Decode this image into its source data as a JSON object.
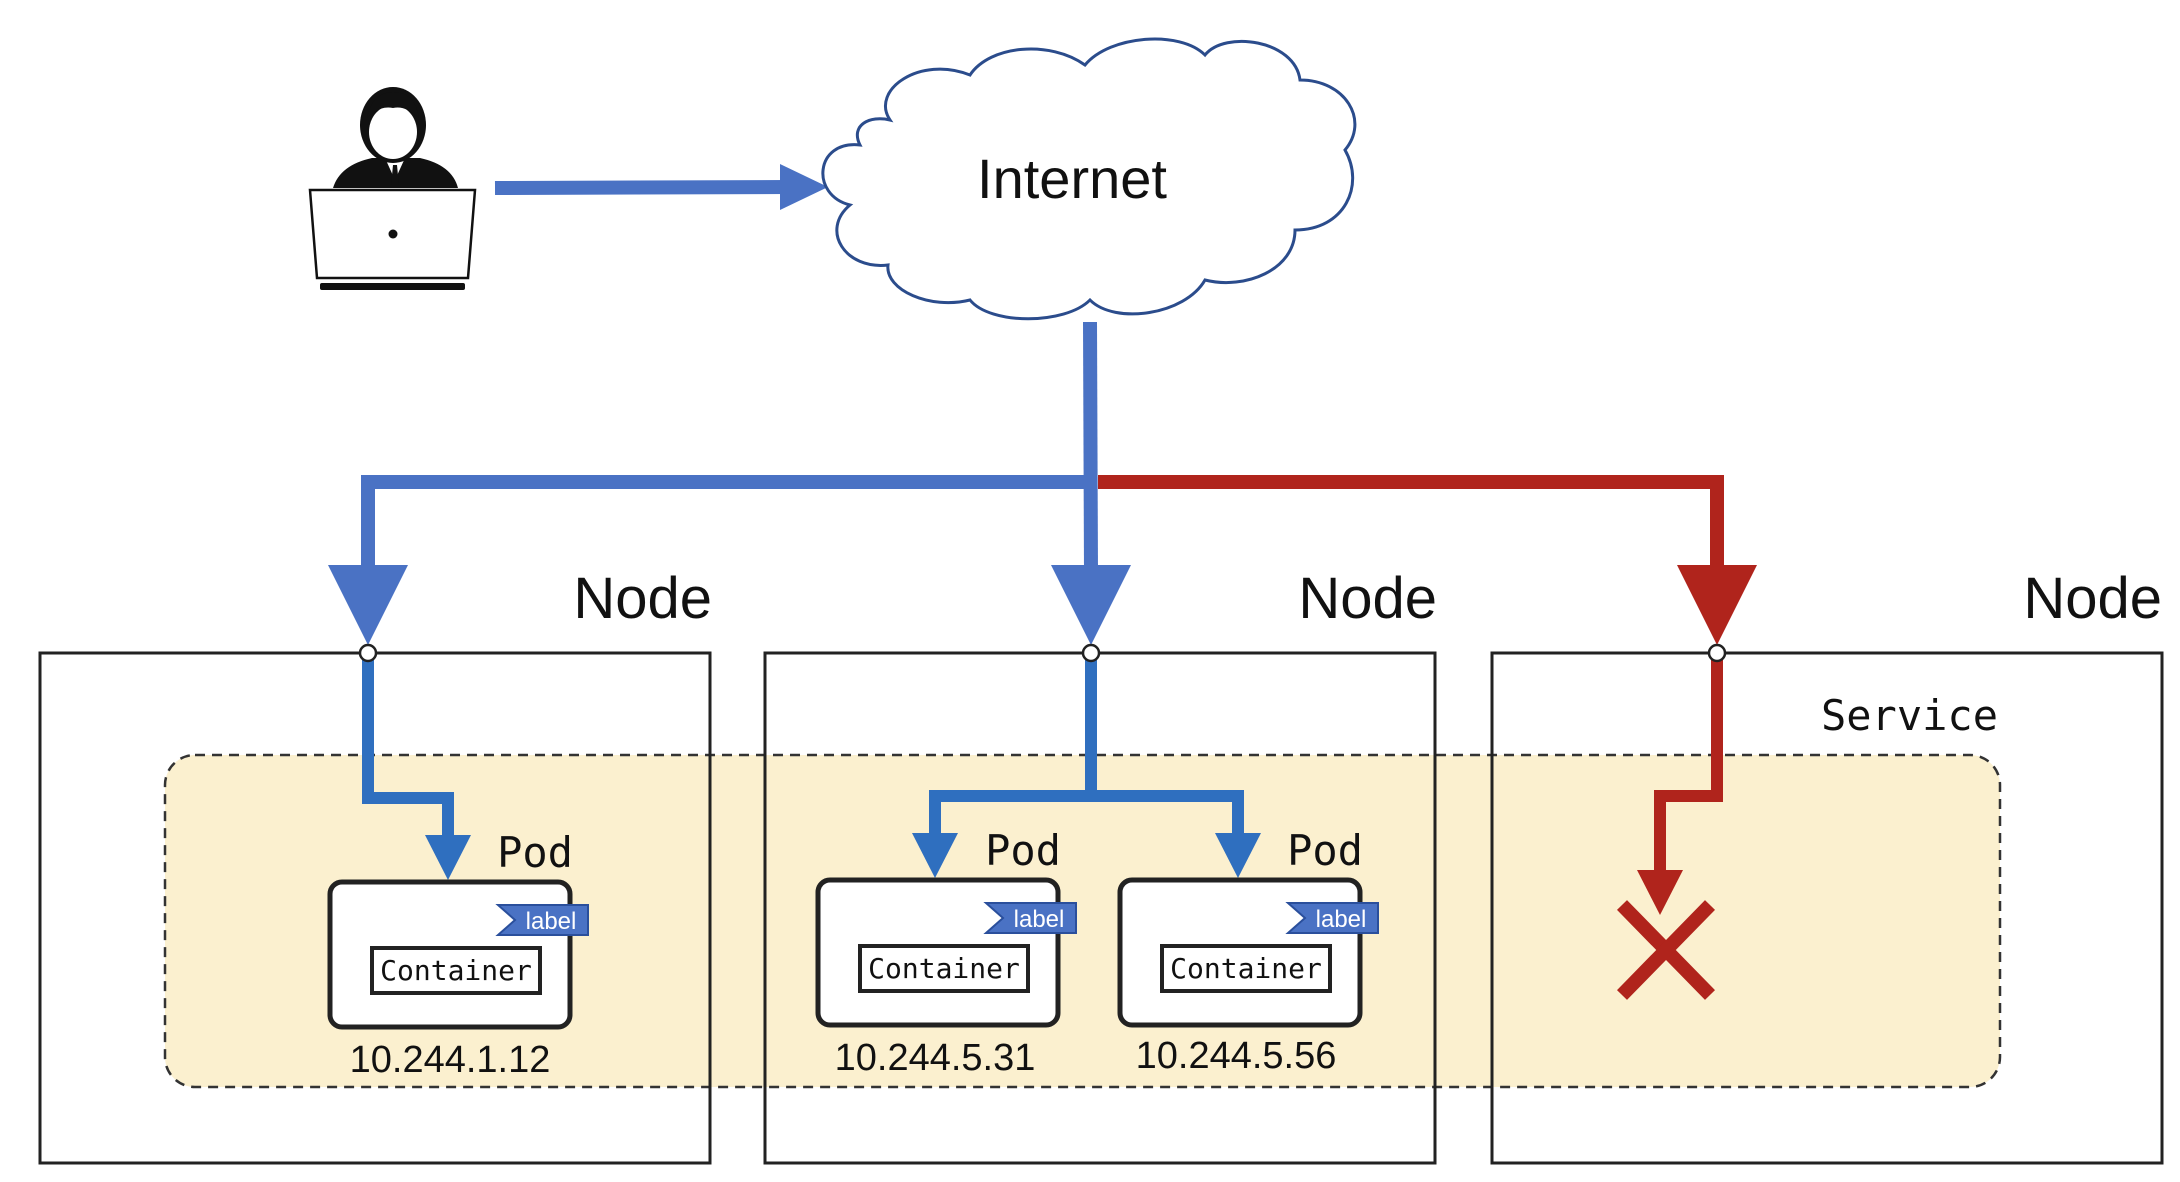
{
  "internet": {
    "label": "Internet"
  },
  "nodes": [
    {
      "label": "Node"
    },
    {
      "label": "Node"
    },
    {
      "label": "Node"
    }
  ],
  "service": {
    "label": "Service"
  },
  "pods": [
    {
      "label": "Pod",
      "tag": "label",
      "container": "Container",
      "ip": "10.244.1.12"
    },
    {
      "label": "Pod",
      "tag": "label",
      "container": "Container",
      "ip": "10.244.5.31"
    },
    {
      "label": "Pod",
      "tag": "label",
      "container": "Container",
      "ip": "10.244.5.56"
    }
  ],
  "colors": {
    "traffic_ok": "#4a72c4",
    "traffic_inner": "#2f6fbf",
    "traffic_blocked": "#b0241c",
    "service_fill": "#fbf0cf",
    "cloud_stroke": "#2b4c8c",
    "label_tag": "#4a72c4"
  },
  "icons": [
    "user-at-laptop-icon",
    "cloud-icon",
    "blocked-x-icon"
  ]
}
